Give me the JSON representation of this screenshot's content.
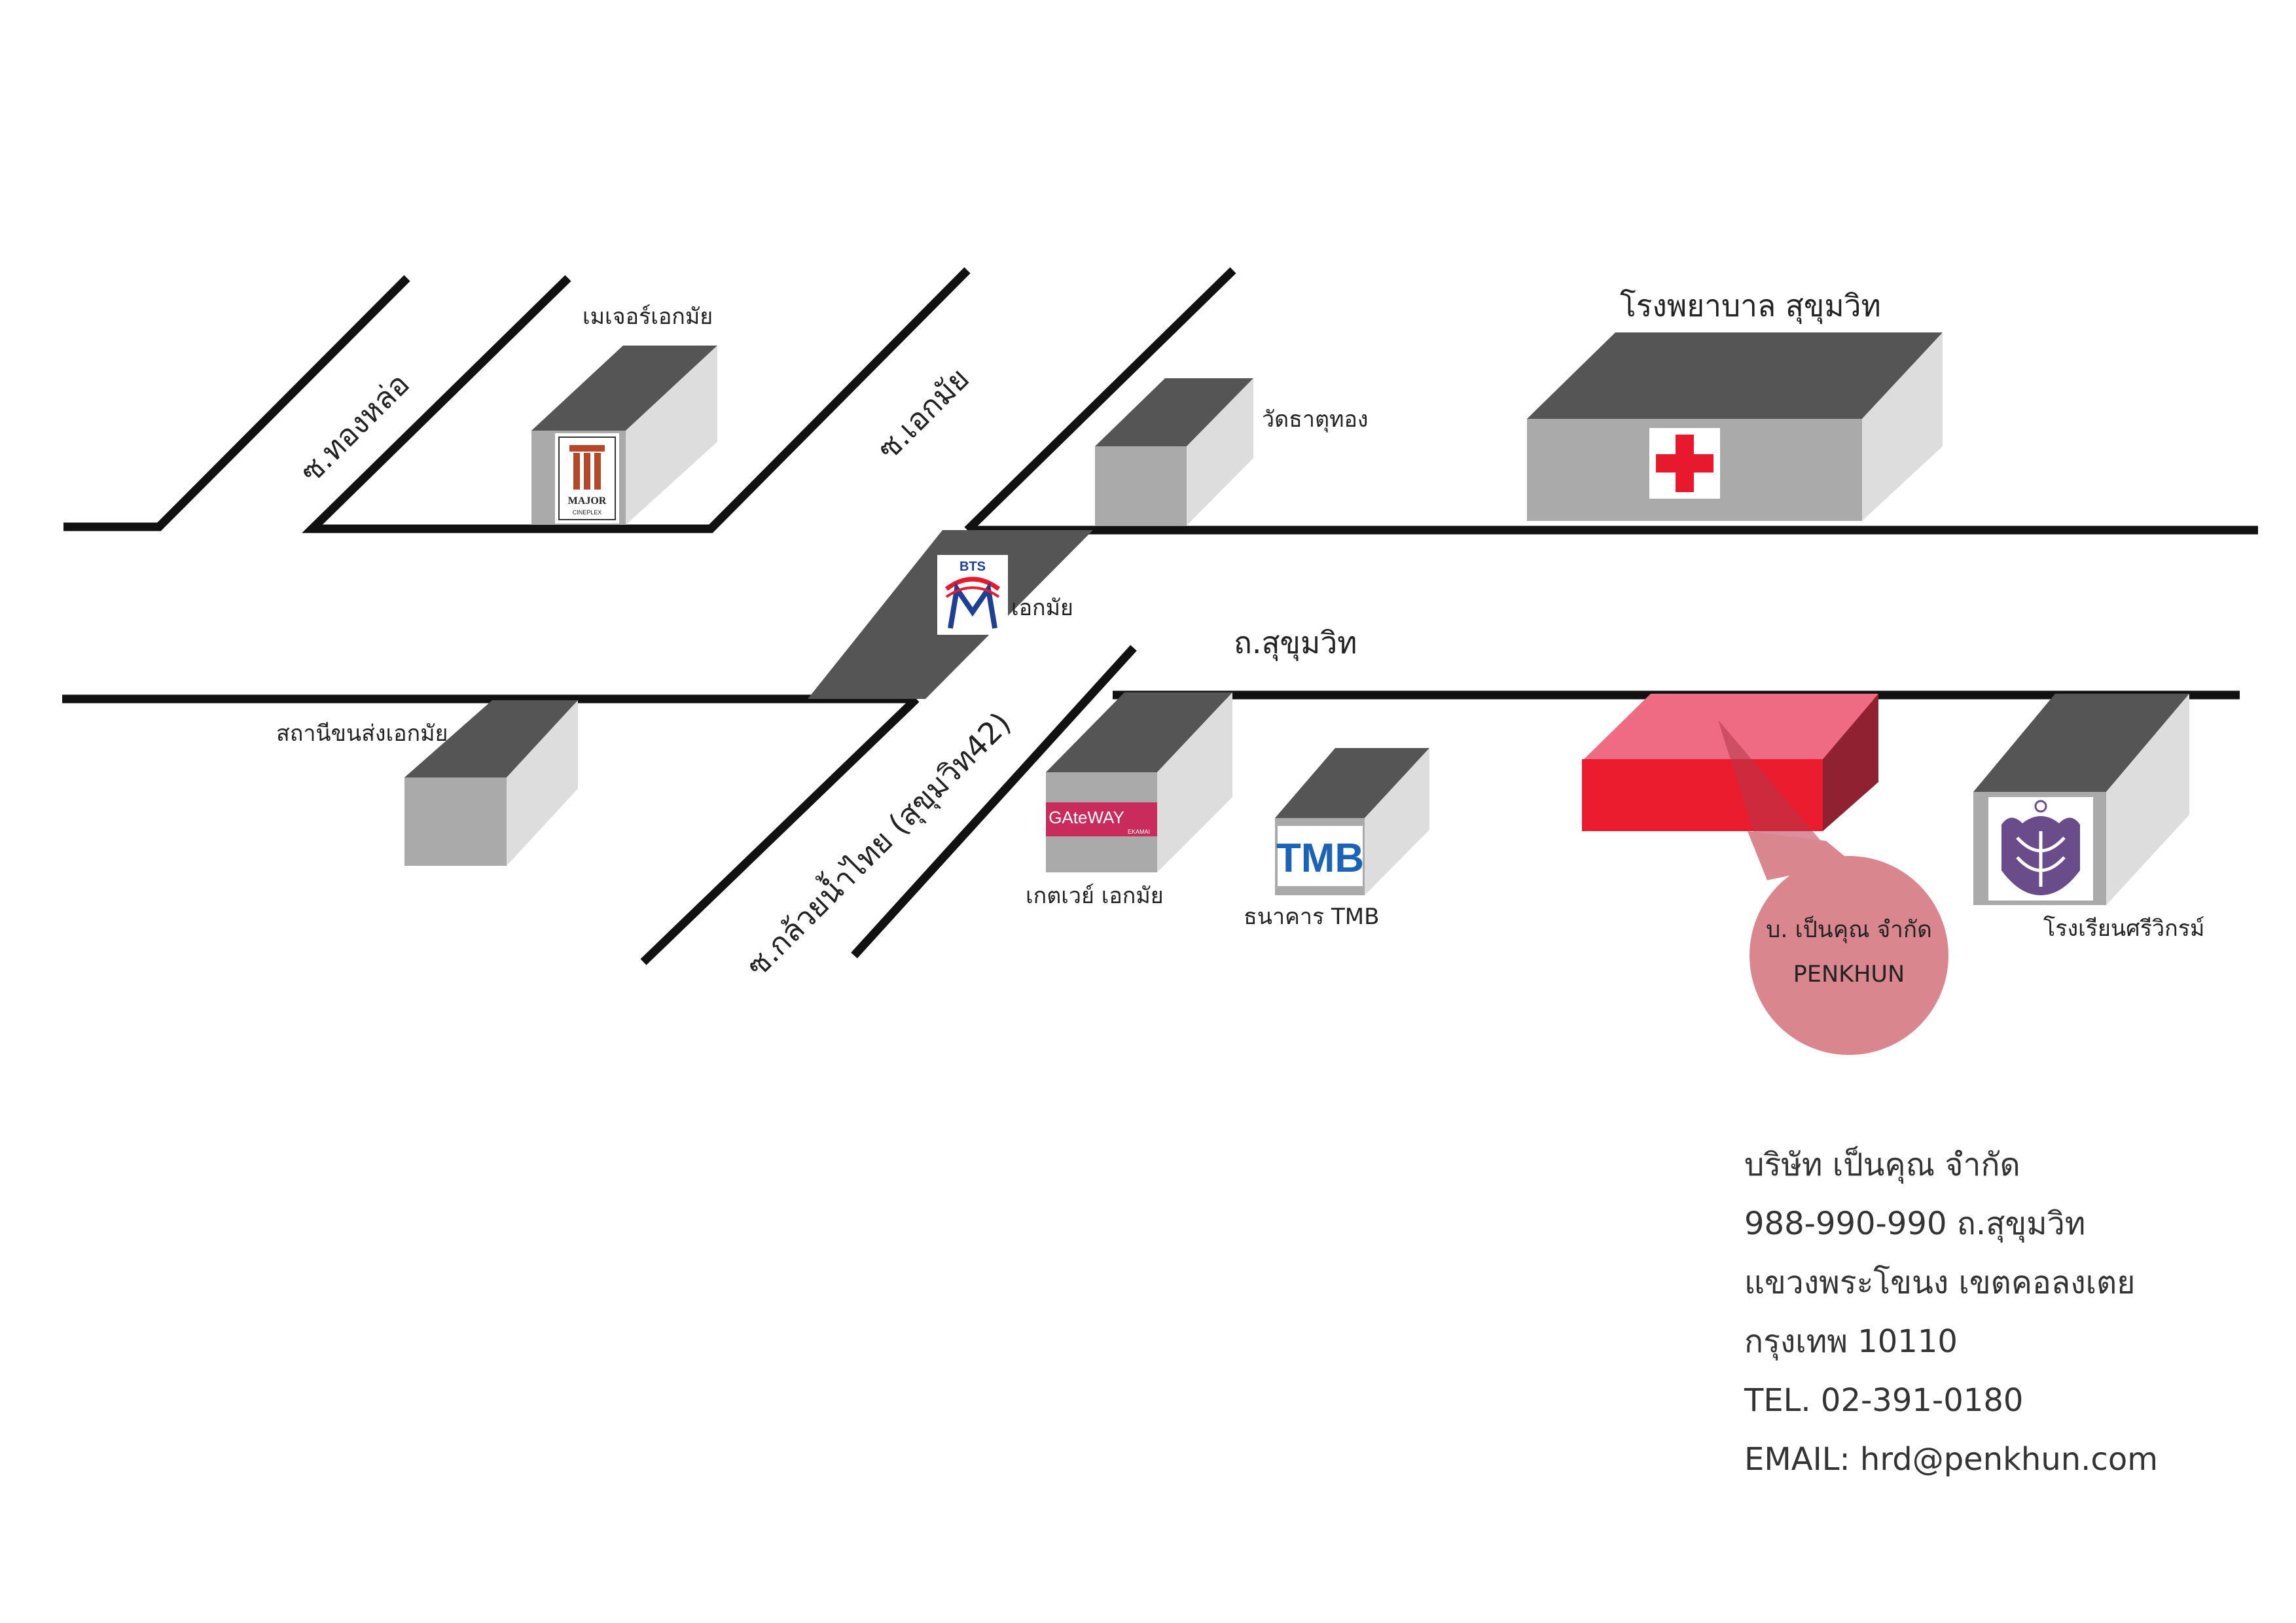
{
  "roads": {
    "main": "ถ.สุขุมวิท",
    "soi_thonglor": "ซ.ทองหล่อ",
    "soi_ekkamai": "ซ.เอกมัย",
    "soi_kluaynamthai": "ซ.กล้วยน้ำไทย (สุขุมวิท42)"
  },
  "places": {
    "major": "เมเจอร์เอกมัย",
    "wat": "วัดธาตุทอง",
    "hospital": "โรงพยาบาล สุขุมวิท",
    "bts_station": "เอกมัย",
    "bus_terminal": "สถานีขนส่งเอกมัย",
    "gateway": "เกตเวย์ เอกมัย",
    "tmb_bank": "ธนาคาร TMB",
    "school": "โรงเรียนศรีวิกรม์"
  },
  "logos": {
    "major_line1": "MAJOR",
    "major_line2": "CINEPLEX",
    "bts": "BTS",
    "gateway_main": "GAteWAY",
    "gateway_sub": "EKAMAI",
    "tmb": "TMB"
  },
  "marker": {
    "line1": "บ. เป็นคุณ จำกัด",
    "line2": "PENKHUN",
    "color": "#e8192c"
  },
  "address": {
    "company": "บริษัท เป็นคุณ จำกัด",
    "street": "988-990-990 ถ.สุขุมวิท",
    "district": "แขวงพระโขนง เขตคอลงเตย",
    "city": "กรุงเทพ 10110",
    "tel": "TEL. 02-391-0180",
    "email": "EMAIL: hrd@penkhun.com"
  },
  "colors": {
    "road": "#111111",
    "roof": "#555555",
    "front": "#aaaaaa",
    "side": "#dddddd",
    "hospital_cross": "#e8192c"
  }
}
